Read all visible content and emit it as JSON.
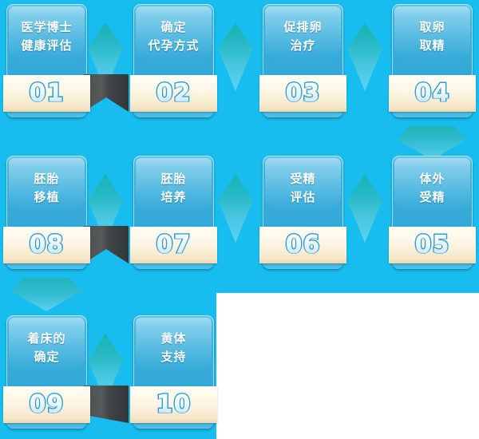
{
  "theme": {
    "background_color": "#17BDEF",
    "panel_white": "#FFFFFF",
    "card_blue": "#35A9D8",
    "ribbon_cream": "#FDF6E4",
    "arrow_teal": "#1BB2B4",
    "arrow_light_blue": "#5CD2F2",
    "fold_gray": "#4B4F4D",
    "title_text_color": "#FFFFFF",
    "number_color": "#2E9FD2"
  },
  "flowchart": {
    "title": "",
    "steps": [
      {
        "number": "01",
        "line1": "医学博士",
        "line2": "健康评估"
      },
      {
        "number": "02",
        "line1": "确定",
        "line2": "代孕方式"
      },
      {
        "number": "03",
        "line1": "促排卵",
        "line2": "治疗"
      },
      {
        "number": "04",
        "line1": "取卵",
        "line2": "取精"
      },
      {
        "number": "05",
        "line1": "体外",
        "line2": "受精"
      },
      {
        "number": "06",
        "line1": "受精",
        "line2": "评估"
      },
      {
        "number": "07",
        "line1": "胚胎",
        "line2": "培养"
      },
      {
        "number": "08",
        "line1": "胚胎",
        "line2": "移植"
      },
      {
        "number": "09",
        "line1": "着床的",
        "line2": "确定"
      },
      {
        "number": "10",
        "line1": "黄体",
        "line2": "支持"
      }
    ],
    "connectors": [
      {
        "name": "arrow-01-to-02",
        "type": "leaf",
        "direction": "right"
      },
      {
        "name": "arrow-02-to-03",
        "type": "leaf",
        "direction": "right"
      },
      {
        "name": "arrow-03-to-04",
        "type": "leaf",
        "direction": "right"
      },
      {
        "name": "arrow-04-to-05",
        "type": "diamond-wide",
        "direction": "down"
      },
      {
        "name": "arrow-05-to-06",
        "type": "leaf",
        "direction": "left"
      },
      {
        "name": "arrow-06-to-07",
        "type": "leaf",
        "direction": "left"
      },
      {
        "name": "arrow-07-to-08",
        "type": "leaf",
        "direction": "left"
      },
      {
        "name": "arrow-08-to-09",
        "type": "diamond-wide",
        "direction": "down"
      },
      {
        "name": "arrow-09-to-10",
        "type": "leaf",
        "direction": "right"
      }
    ]
  }
}
